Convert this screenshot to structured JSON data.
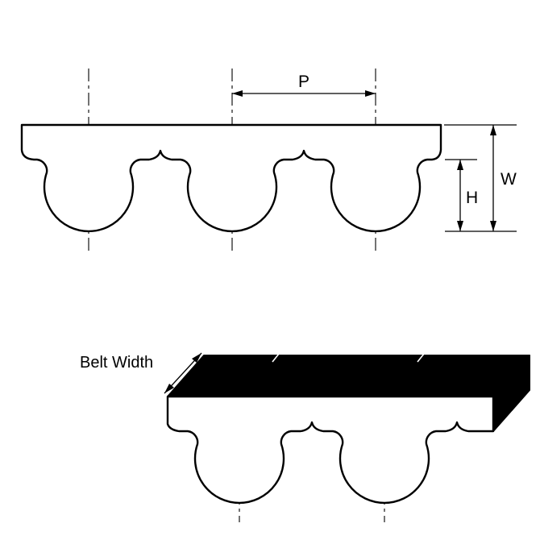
{
  "diagram": {
    "labels": {
      "pitch": "P",
      "thickness": "W",
      "tooth_height": "H",
      "belt_width": "Belt Width"
    },
    "colors": {
      "line": "#000000",
      "solid_surface": "#000000",
      "belt_body_fill": "#ffffff",
      "background": "#ffffff"
    }
  }
}
